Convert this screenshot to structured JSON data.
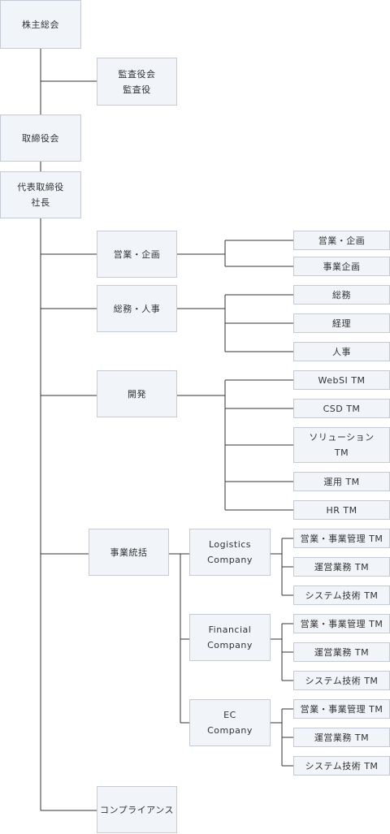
{
  "root": {
    "shareholders": "株主総会",
    "auditors": "監査役会\n監査役",
    "board": "取締役会",
    "president": "代表取締役\n社長"
  },
  "divisions": {
    "sales_planning": {
      "label": "営業・企画",
      "teams": [
        "営業・企画",
        "事業企画"
      ]
    },
    "general_affairs": {
      "label": "総務・人事",
      "teams": [
        "総務",
        "経理",
        "人事"
      ]
    },
    "development": {
      "label": "開発",
      "teams": [
        "WebSI TM",
        "CSD TM",
        "ソリューション\nTM",
        "運用 TM",
        "HR TM"
      ]
    },
    "business_integration": {
      "label": "事業統括",
      "companies": [
        {
          "name": "Logistics\nCompany",
          "teams": [
            "営業・事業管理 TM",
            "運営業務 TM",
            "システム技術 TM"
          ]
        },
        {
          "name": "Financial\nCompany",
          "teams": [
            "営業・事業管理 TM",
            "運営業務 TM",
            "システム技術 TM"
          ]
        },
        {
          "name": "EC\nCompany",
          "teams": [
            "営業・事業管理 TM",
            "運営業務 TM",
            "システム技術 TM"
          ]
        }
      ]
    },
    "compliance": {
      "label": "コンプライアンス"
    }
  }
}
